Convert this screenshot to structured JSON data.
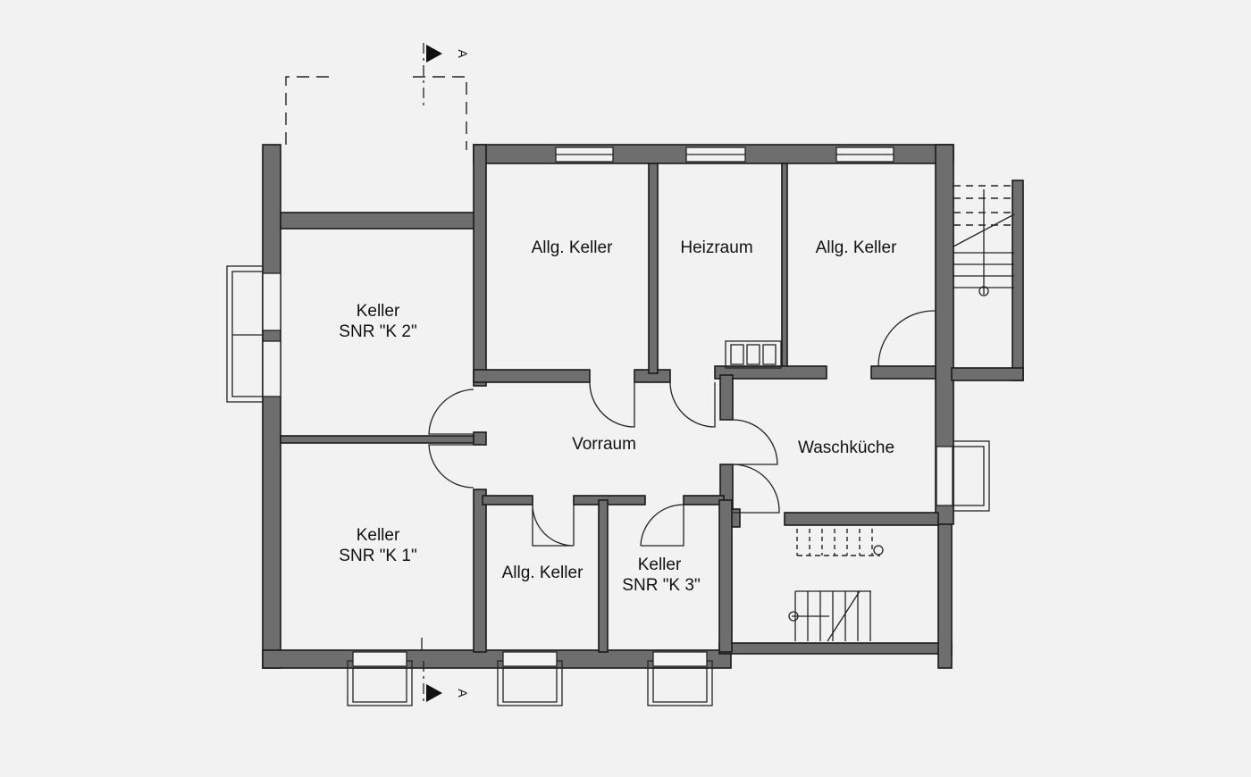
{
  "rooms": {
    "keller_k2": {
      "line1": "Keller",
      "line2": "SNR \"K 2\""
    },
    "keller_k1": {
      "line1": "Keller",
      "line2": "SNR \"K 1\""
    },
    "allg_keller_top_left": "Allg. Keller",
    "heizraum": "Heizraum",
    "allg_keller_top_right": "Allg. Keller",
    "vorraum": "Vorraum",
    "waschkueche": "Waschküche",
    "allg_keller_bottom": "Allg. Keller",
    "keller_k3": {
      "line1": "Keller",
      "line2": "SNR \"K 3\""
    }
  },
  "section_markers": {
    "top": "A",
    "bottom": "A"
  }
}
